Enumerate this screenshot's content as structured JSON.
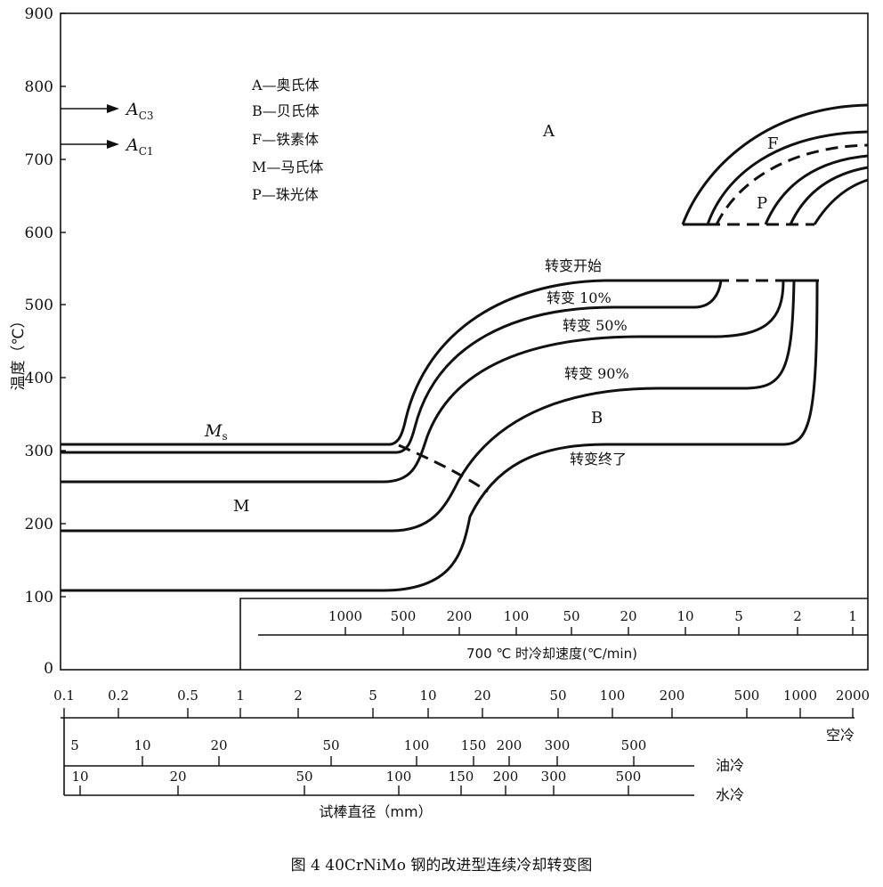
{
  "legend": {
    "items": [
      "A—奥氏体",
      "B—贝氏体",
      "F—铁素体",
      "M—马氏体",
      "P—珠光体"
    ]
  },
  "markers": {
    "ac3": "A",
    "ac3_sub": "C3",
    "ac1": "A",
    "ac1_sub": "C1"
  },
  "y_axis": {
    "label": "温度（℃）",
    "ticks": [
      "900",
      "800",
      "700",
      "600",
      "500",
      "400",
      "300",
      "200",
      "100",
      "0"
    ]
  },
  "regions": {
    "A": "A",
    "B": "B",
    "M": "M",
    "F": "F",
    "P": "P",
    "ms": "M",
    "ms_sub": "s"
  },
  "curve_labels": {
    "start": "转变开始",
    "p10": "转变 10%",
    "p50": "转变 50%",
    "p90": "转变 90%",
    "end": "转变终了"
  },
  "cooling_rate_scale": {
    "label": "700 ℃ 时冷却速度(℃/min)",
    "ticks": [
      "1000",
      "500",
      "200",
      "100",
      "50",
      "20",
      "10",
      "5",
      "2",
      "1"
    ]
  },
  "time_axis": {
    "ticks": [
      "0.1",
      "0.2",
      "0.5",
      "1",
      "2",
      "5",
      "10",
      "20",
      "50",
      "100",
      "200",
      "500",
      "1000",
      "2000"
    ],
    "air_label": "空冷"
  },
  "oil_scale": {
    "ticks": [
      "5",
      "10",
      "20",
      "50",
      "100",
      "150",
      "200",
      "300",
      "500"
    ],
    "label": "油冷"
  },
  "water_scale": {
    "ticks": [
      "10",
      "20",
      "50",
      "100",
      "150",
      "200",
      "300",
      "500"
    ],
    "label": "水冷"
  },
  "diameter_label": "试棒直径（mm）",
  "caption": "图 4   40CrNiMo 钢的改进型连续冷却转变图"
}
